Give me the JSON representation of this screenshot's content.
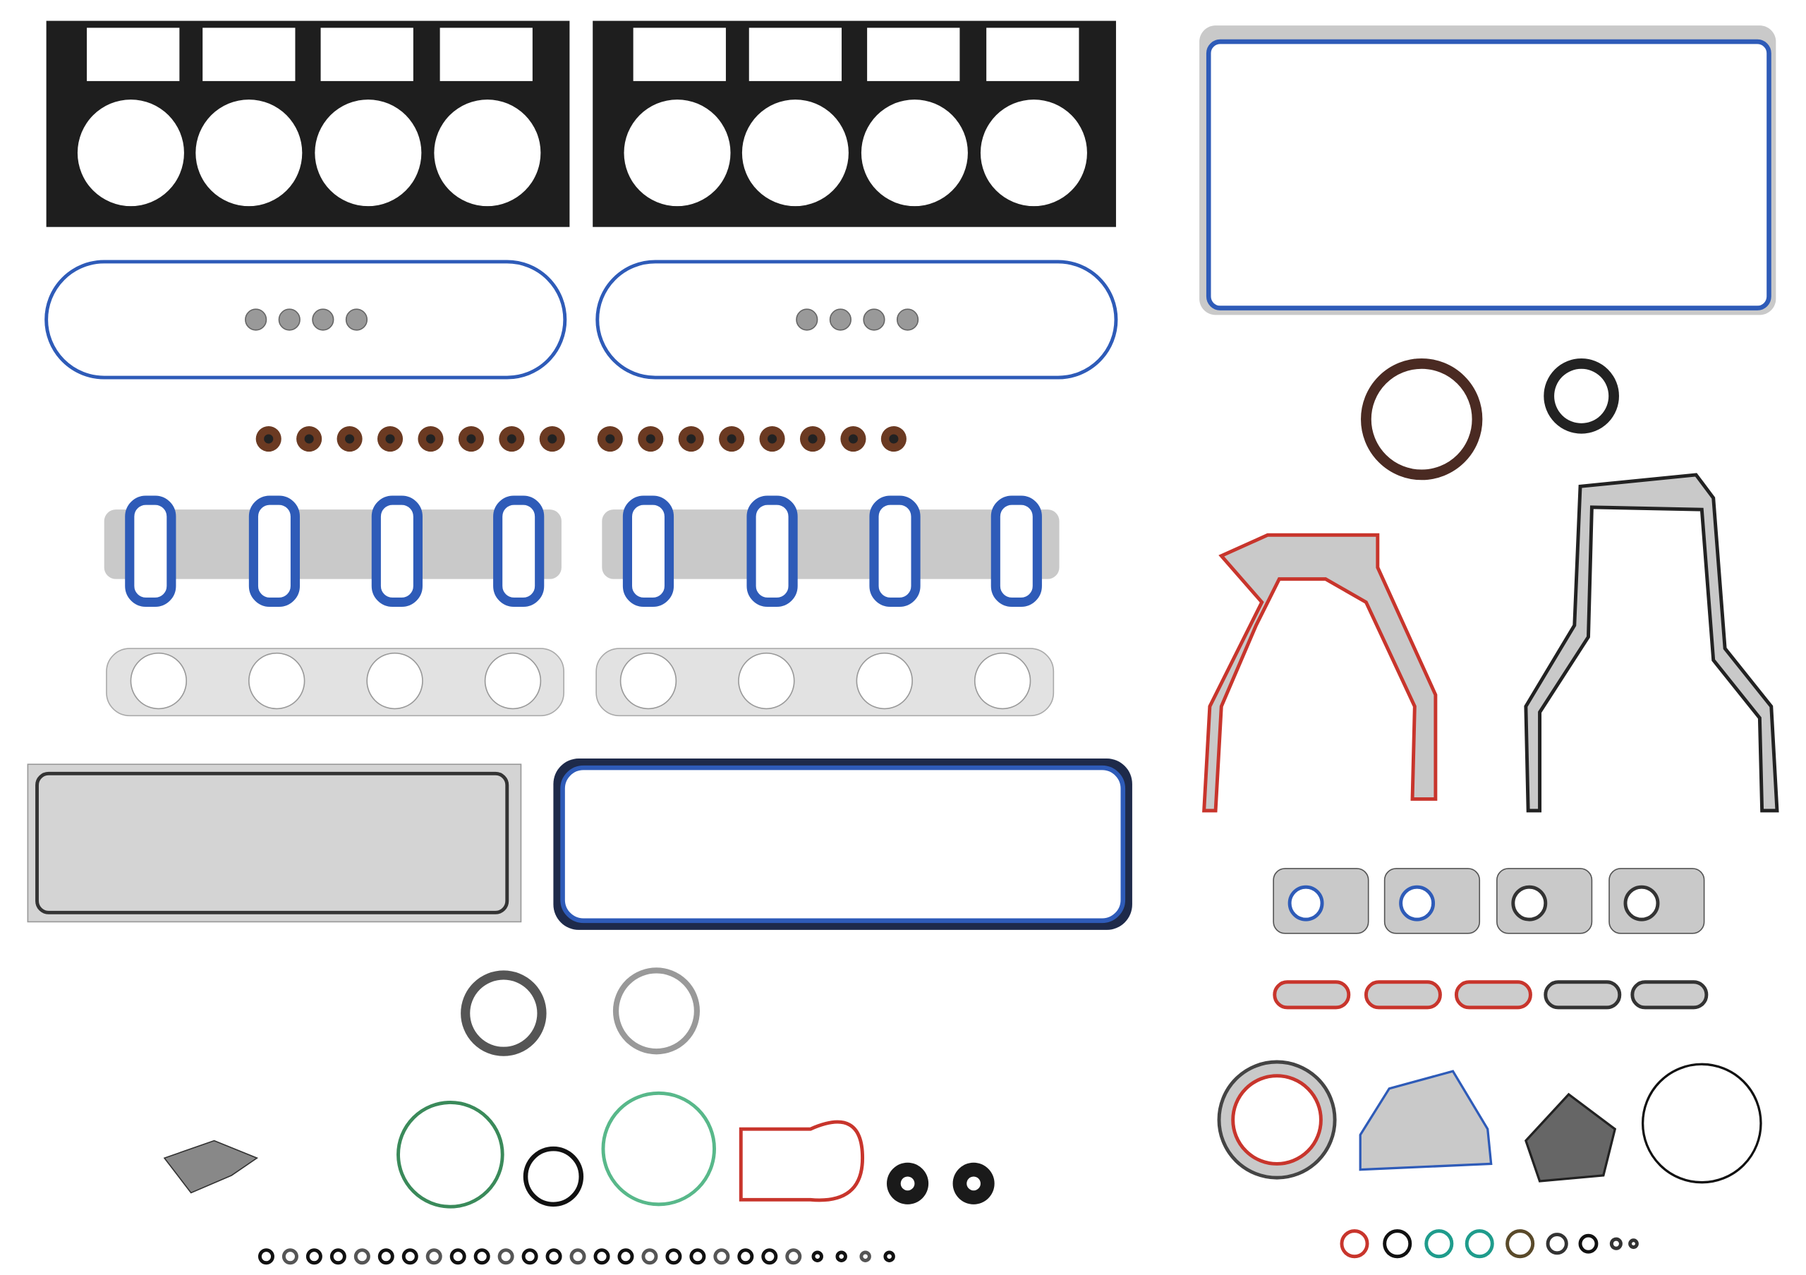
{
  "product": {
    "type": "engine full gasket set",
    "colors": {
      "background": "#ffffff",
      "black_gasket": "#1e1e1e",
      "blue_seal": "#2e5bb8",
      "steel": "#c9c9c9",
      "steel_dark": "#8a8a8a",
      "red_seal": "#c8352c",
      "valve_seal": "#6b3a22",
      "green_oring": "#3a8a5a",
      "teal_oring": "#1f9c8c",
      "brown_seal": "#4a2a22"
    },
    "counts": {
      "head_gaskets": 2,
      "valve_cover_gaskets": 2,
      "valve_stem_seals": 16,
      "intake_gaskets": 2,
      "exhaust_gaskets": 2,
      "small_orings_bottom_row": 27,
      "small_orings_right_row": 9
    }
  }
}
